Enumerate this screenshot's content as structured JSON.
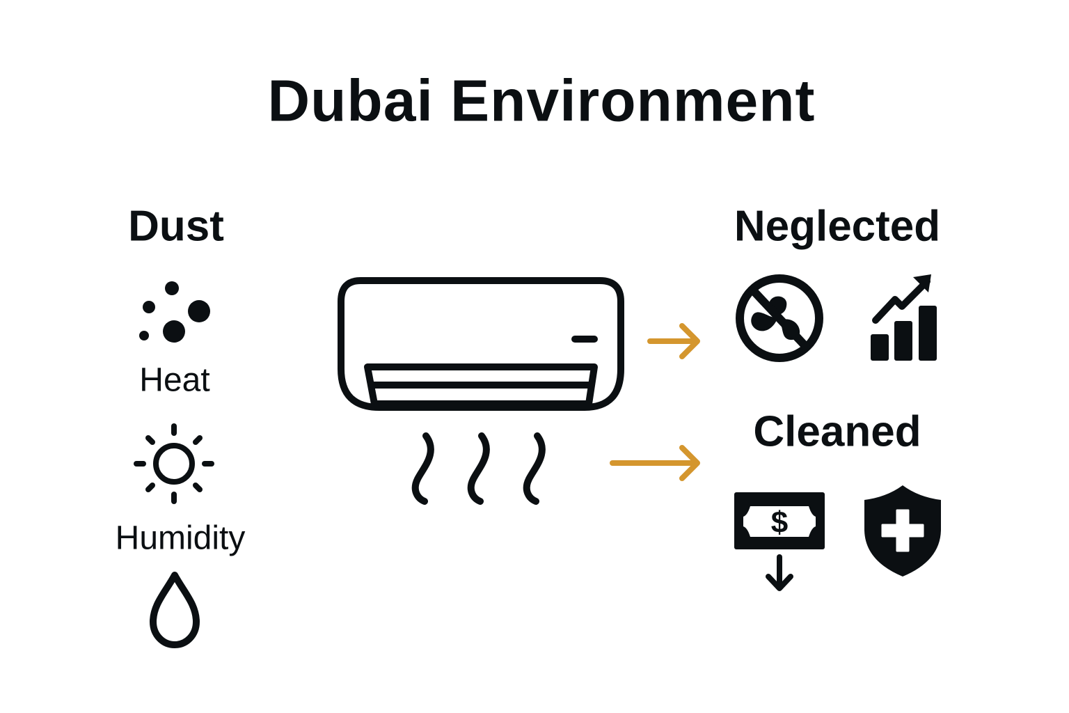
{
  "title": "Dubai Environment",
  "factors": [
    {
      "label": "Dust",
      "icon": "dust-particles-icon"
    },
    {
      "label": "Heat",
      "icon": "sun-icon"
    },
    {
      "label": "Humidity",
      "icon": "water-drop-icon"
    }
  ],
  "center": {
    "icon": "air-conditioner-icon"
  },
  "outcomes": {
    "neglected": {
      "label": "Neglected",
      "icons": [
        "blocked-fan-icon",
        "rising-cost-chart-icon"
      ]
    },
    "cleaned": {
      "label": "Cleaned",
      "icons": [
        "money-savings-down-icon",
        "health-shield-icon"
      ]
    }
  },
  "colors": {
    "ink": "#0b0f12",
    "arrow": "#d4962e"
  }
}
